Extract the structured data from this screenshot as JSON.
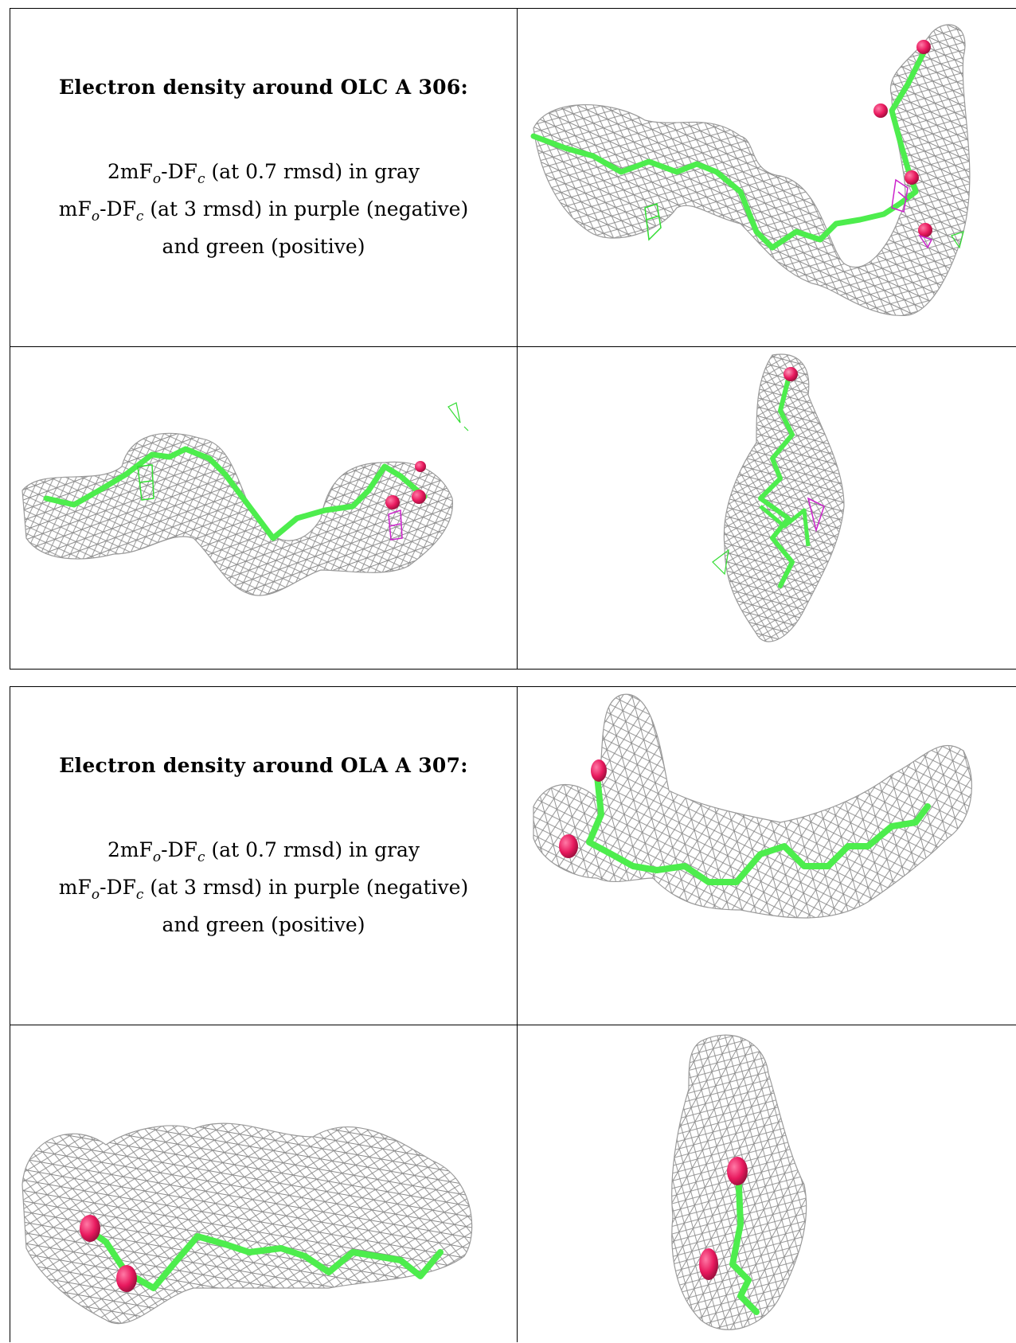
{
  "panels": [
    {
      "title": "Electron density around OLC A 306:",
      "line1_prefix": "2mF",
      "line1_sub1": "o",
      "line1_mid": "-DF",
      "line1_sub2": "c",
      "line1_suffix": " (at 0.7 rmsd) in gray",
      "line2_prefix": "mF",
      "line2_sub1": "o",
      "line2_mid": "-DF",
      "line2_sub2": "c",
      "line2_suffix": " (at 3 rmsd) in purple (negative)",
      "line3": "and green (positive)"
    },
    {
      "title": "Electron density around OLA A 307:",
      "line1_prefix": "2mF",
      "line1_sub1": "o",
      "line1_mid": "-DF",
      "line1_sub2": "c",
      "line1_suffix": " (at 0.7 rmsd) in gray",
      "line2_prefix": "mF",
      "line2_sub1": "o",
      "line2_mid": "-DF",
      "line2_sub2": "c",
      "line2_suffix": " (at 3 rmsd) in purple (negative)",
      "line3": "and green (positive)"
    }
  ],
  "colors": {
    "mesh_gray": "#8a8a8a",
    "carbon_green": "#4ded4d",
    "oxygen_pink": "#e8195e",
    "negative_purple": "#cc22cc",
    "positive_green": "#33dd33"
  }
}
